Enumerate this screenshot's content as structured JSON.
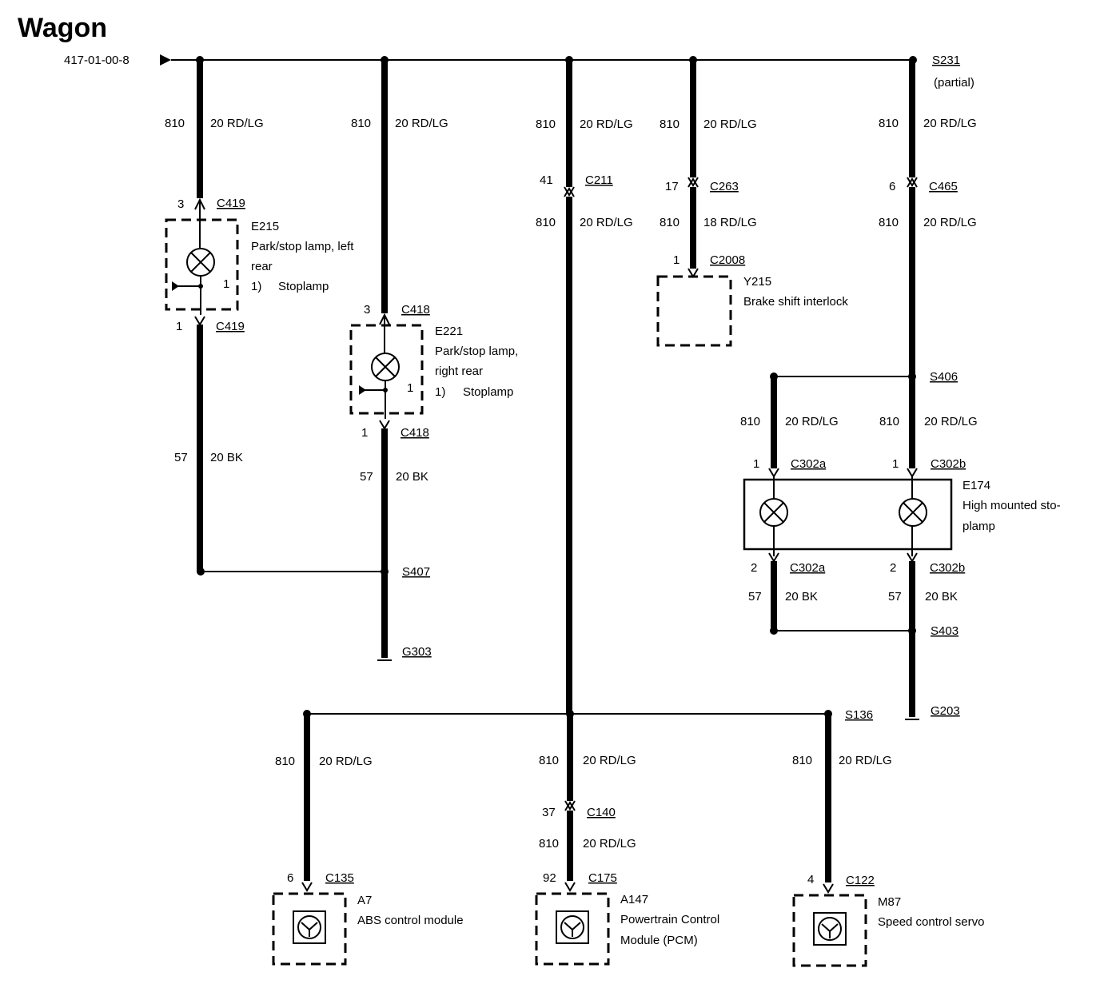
{
  "title": "Wagon",
  "source_ref": "417-01-00-8",
  "splices": {
    "s231": "S231",
    "s231_note": "(partial)",
    "s406": "S406",
    "s403": "S403",
    "s407": "S407",
    "s136": "S136"
  },
  "grounds": {
    "g303": "G303",
    "g203": "G203"
  },
  "wire": {
    "c810": "810",
    "c57": "57",
    "rdlg20": "20 RD/LG",
    "rdlg18": "18 RD/LG",
    "bk20": "20 BK"
  },
  "connectors": {
    "c419": "C419",
    "c418": "C418",
    "c211": "C211",
    "c263": "C263",
    "c2008": "C2008",
    "c465": "C465",
    "c302a": "C302a",
    "c302b": "C302b",
    "c140": "C140",
    "c135": "C135",
    "c175": "C175",
    "c122": "C122"
  },
  "pins": {
    "p1": "1",
    "p2": "2",
    "p3": "3",
    "p4": "4",
    "p6": "6",
    "p17": "17",
    "p37": "37",
    "p41": "41",
    "p92": "92"
  },
  "components": {
    "e215": {
      "id": "E215",
      "line1": "Park/stop lamp, left",
      "line2": "rear",
      "note_num": "1)",
      "note_text": "Stoplamp"
    },
    "e221": {
      "id": "E221",
      "line1": "Park/stop lamp,",
      "line2": "right rear",
      "note_num": "1)",
      "note_text": "Stoplamp"
    },
    "y215": {
      "id": "Y215",
      "line1": "Brake shift interlock"
    },
    "e174": {
      "id": "E174",
      "line1": "High mounted sto-",
      "line2": "plamp"
    },
    "a7": {
      "id": "A7",
      "line1": "ABS control module"
    },
    "a147": {
      "id": "A147",
      "line1": "Powertrain Control",
      "line2": "Module (PCM)"
    },
    "m87": {
      "id": "M87",
      "line1": "Speed control servo"
    }
  }
}
